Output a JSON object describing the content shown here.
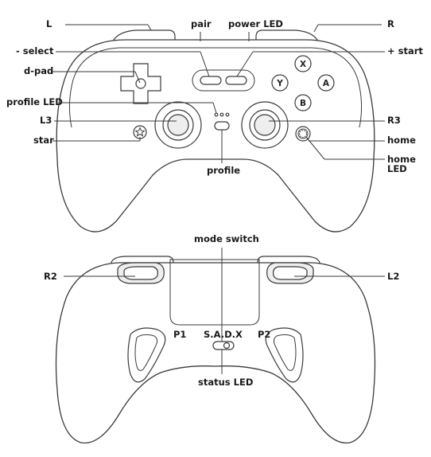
{
  "front_labels": {
    "L": "L",
    "pair": "pair",
    "power_led": "power LED",
    "R": "R",
    "select": "- select",
    "start": "+ start",
    "dpad": "d-pad",
    "profile_led": "profile LED",
    "L3": "L3",
    "R3": "R3",
    "star": "star",
    "home": "home",
    "home_led_line1": "home",
    "home_led_line2": "LED",
    "profile": "profile"
  },
  "face_buttons": {
    "X": "X",
    "Y": "Y",
    "A": "A",
    "B": "B"
  },
  "back_labels": {
    "mode_switch": "mode switch",
    "R2": "R2",
    "L2": "L2",
    "P1": "P1",
    "P2": "P2",
    "sadx": "S.A.D.X",
    "status_led": "status LED"
  },
  "icons": {
    "star": "star-icon",
    "home": "home-gear-icon"
  }
}
